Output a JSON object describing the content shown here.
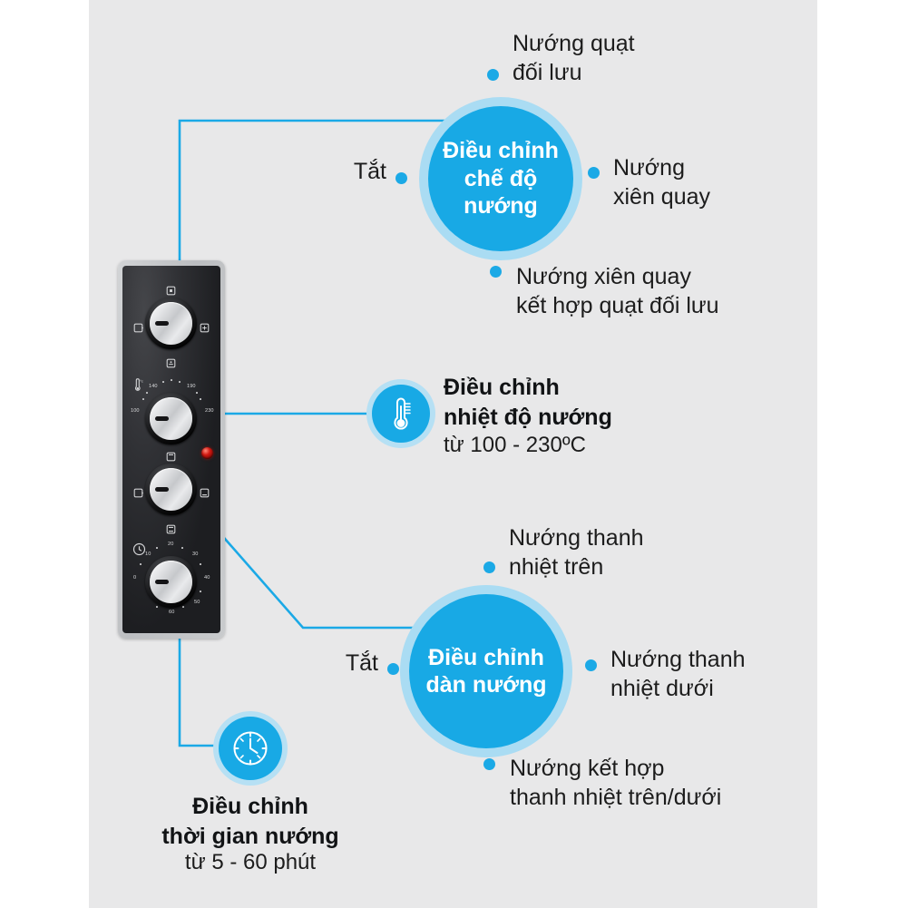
{
  "colors": {
    "accent": "#18a9e5",
    "accent_halo": "#aadcf3",
    "bullet": "#1ba9e6",
    "canvas_bg": "#e8e8e9",
    "page_bg": "#ffffff",
    "text": "#1c1c1c",
    "led_red": "#d31a12"
  },
  "mode_hub": {
    "label": "Điều chỉnh\nchế độ\nnướng",
    "options": {
      "top": "Nướng quạt\nđối lưu",
      "left": "Tắt",
      "right": "Nướng\nxiên quay",
      "bottom": "Nướng xiên quay\nkết hợp quạt đối lưu"
    }
  },
  "temperature": {
    "icon": "thermometer-icon",
    "title": "Điều chỉnh\nnhiệt độ nướng",
    "range": "từ  100 - 230ºC"
  },
  "grill_hub": {
    "label": "Điều chỉnh\ndàn nướng",
    "options": {
      "top": "Nướng thanh\nnhiệt trên",
      "left": "Tắt",
      "right": "Nướng thanh\nnhiệt dưới",
      "bottom": "Nướng kết hợp\nthanh nhiệt trên/dưới"
    }
  },
  "timer": {
    "icon": "clock-icon",
    "title": "Điều chỉnh\nthời gian nướng",
    "range": "từ 5 - 60 phút"
  },
  "oven_panel": {
    "knobs": [
      {
        "name": "mode-knob",
        "icons": [
          "top-heat-icon",
          "left-heat-icon",
          "right-fan-icon",
          "bottom-heat-icon"
        ]
      },
      {
        "name": "temperature-knob",
        "scale_icon": "thermometer-icon",
        "scale": [
          "100",
          "140",
          "190",
          "230"
        ]
      },
      {
        "name": "grill-knob",
        "icons": [
          "top-element-icon",
          "left-element-icon",
          "right-element-icon",
          "bottom-element-icon"
        ]
      },
      {
        "name": "timer-knob",
        "scale_icon": "clock-icon",
        "scale": [
          "0",
          "10",
          "20",
          "30",
          "40",
          "50",
          "60"
        ]
      }
    ],
    "indicator": "power-led"
  }
}
